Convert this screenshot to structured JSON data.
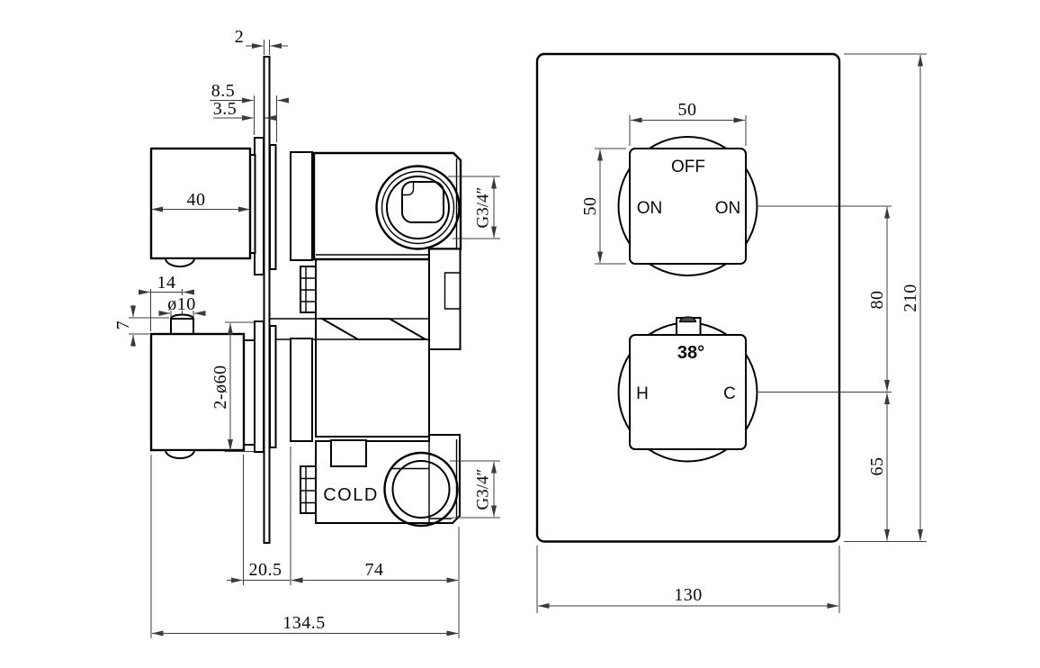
{
  "side_view": {
    "port_label_top": "G3/4″",
    "port_label_bottom": "G3/4″",
    "body_label": "COLD",
    "dims": {
      "plate_thickness": "2",
      "flange_depth": "8.5",
      "plate_face_offset": "3.5",
      "knob_depth": "40",
      "stem_center_offset": "14",
      "stem_diameter": "ø10",
      "stem_height": "7",
      "escutcheon_diameter": "2-ø60",
      "plate_to_body": "20.5",
      "body_depth": "74",
      "total_depth": "134.5"
    }
  },
  "front_view": {
    "knob_top": {
      "top": "OFF",
      "left": "ON",
      "right": "ON"
    },
    "knob_bottom": {
      "top": "38°",
      "left": "H",
      "right": "C"
    },
    "dims": {
      "knob_width": "50",
      "knob_height": "50",
      "knob_spacing": "80",
      "bottom_knob_offset": "65",
      "plate_height": "210",
      "plate_width": "130"
    }
  }
}
